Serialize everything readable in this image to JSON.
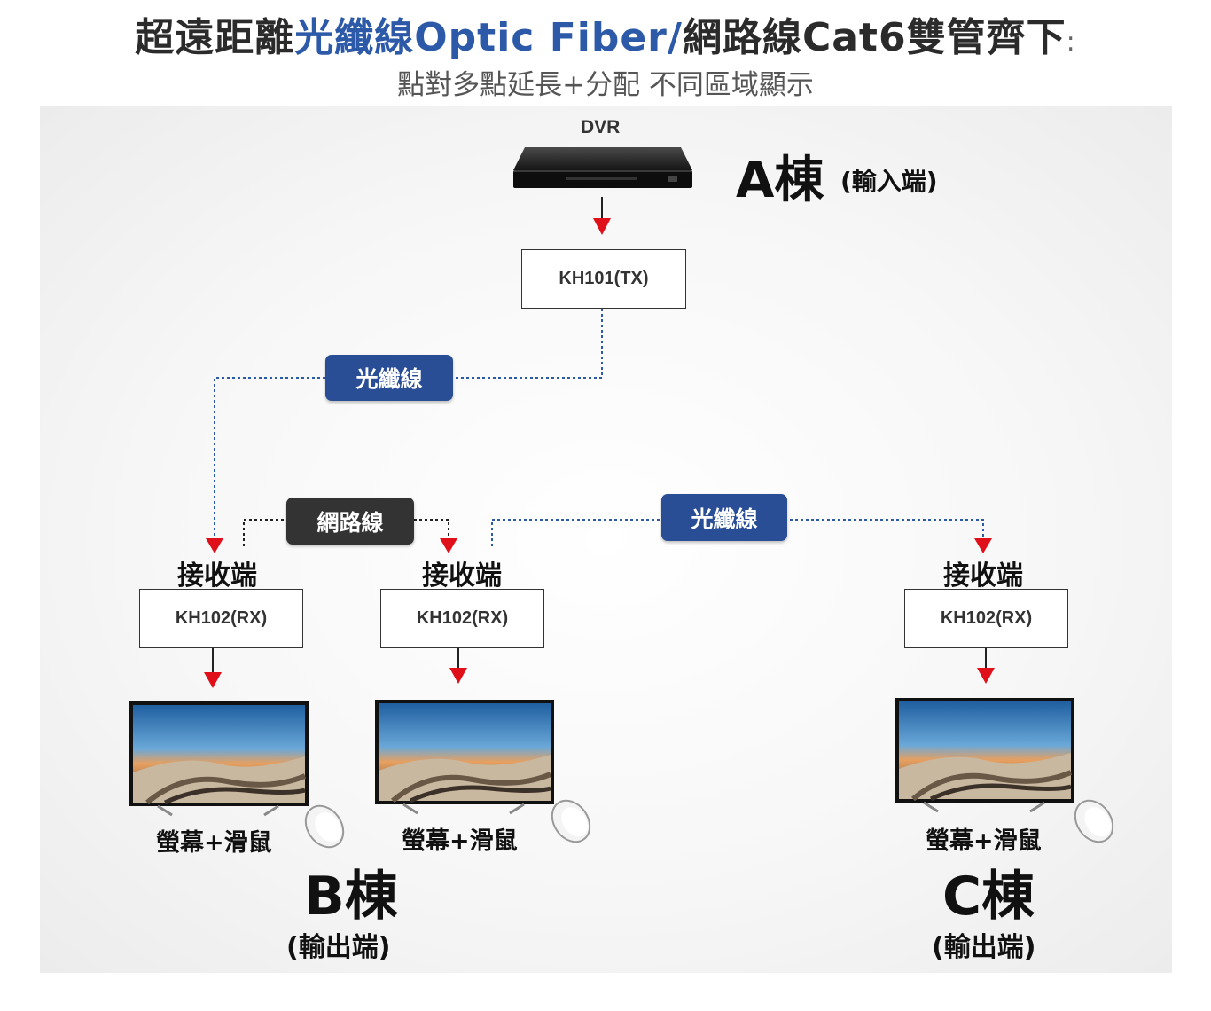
{
  "header": {
    "title_part1": "超遠距離",
    "title_highlight": "光纖線Optic Fiber/",
    "title_part2": "網路線Cat6雙管齊下",
    "title_colon": ":",
    "subtitle": "點對多點延長+分配 不同區域顯示"
  },
  "diagram": {
    "source": {
      "device_label": "DVR",
      "building": "A棟",
      "building_role": "(輸入端)"
    },
    "transmitter": {
      "label": "KH101(TX)"
    },
    "links": {
      "fiber_1": "光纖線",
      "network": "網路線",
      "fiber_2": "光纖線"
    },
    "receivers": [
      {
        "heading": "接收端",
        "label": "KH102(RX)",
        "display": "螢幕+滑鼠"
      },
      {
        "heading": "接收端",
        "label": "KH102(RX)",
        "display": "螢幕+滑鼠"
      },
      {
        "heading": "接收端",
        "label": "KH102(RX)",
        "display": "螢幕+滑鼠"
      }
    ],
    "buildings": [
      {
        "name": "B棟",
        "role": "(輸出端)"
      },
      {
        "name": "C棟",
        "role": "(輸出端)"
      }
    ]
  },
  "colors": {
    "title_highlight": "#2c5aa8",
    "fiber_pill": "#2a4e96",
    "network_pill": "#333333",
    "arrow": "#e0101a",
    "fiber_line": "#2c5aa8",
    "network_line": "#222222"
  }
}
